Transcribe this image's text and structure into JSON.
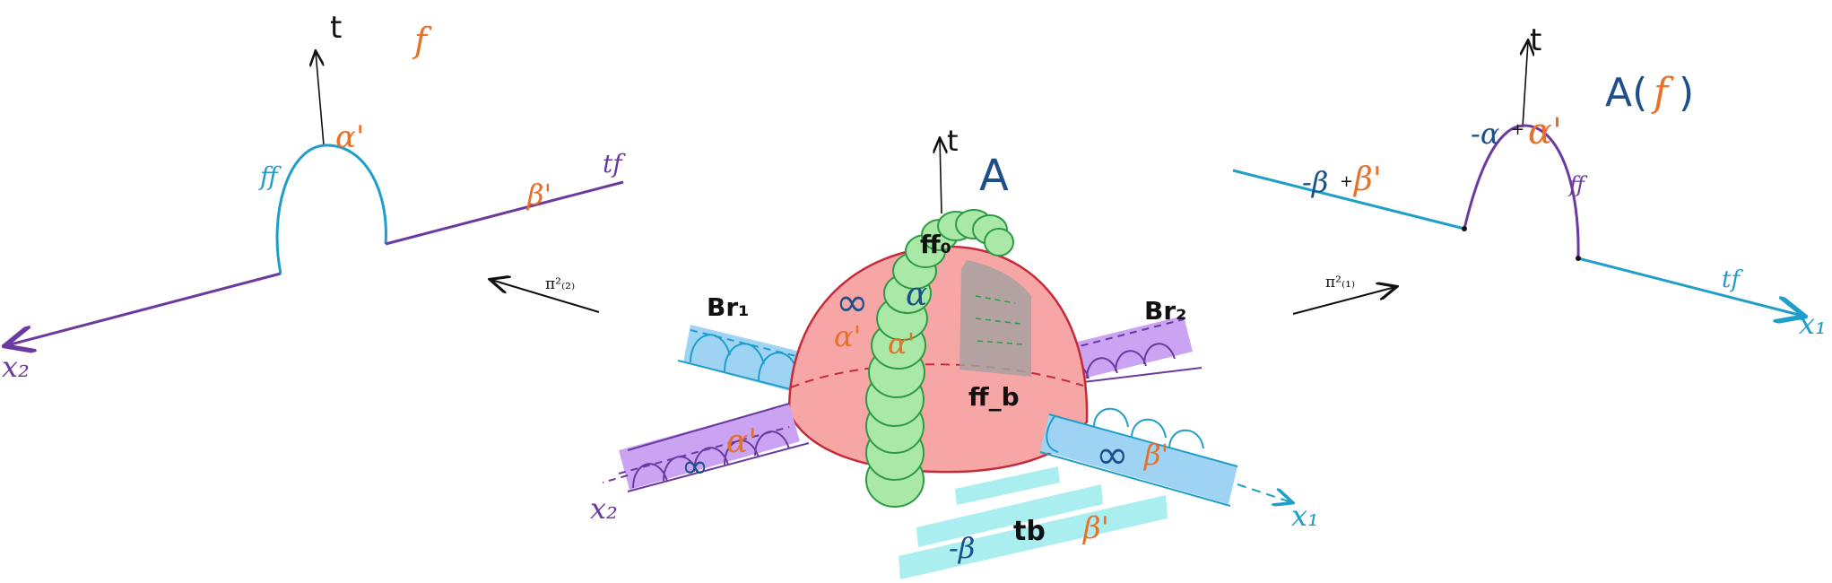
{
  "colors": {
    "ink": "#111111",
    "orange": "#e8712a",
    "navy": "#1d4f8a",
    "cyan": "#1f9ec9",
    "purple": "#6a3aa0",
    "red": "#c62b3a",
    "red_fill": "#f7a6a6",
    "green": "#2f9a45",
    "green_fill": "#a9e8a6",
    "blue_fill": "#9fd3f3",
    "violet_fill": "#caa4f2",
    "teal_fill": "#aaeef0",
    "grey_fill": "#a8a0a0"
  },
  "left_panel": {
    "t_label": "t",
    "f_label": "f",
    "ff_label": "ff",
    "alpha_label": "α'",
    "beta_label": "β'",
    "tf_label": "tf",
    "x2_label": "x₂"
  },
  "center_panel": {
    "t_label": "t",
    "A_label": "A",
    "ff0_label": "ff₀",
    "ffb_label": "ff_b",
    "br1_label": "Br₁",
    "br2_label": "Br₂",
    "inf_top": "∞",
    "alpha_top": "α",
    "alpha_prime_a": "α'",
    "alpha_prime_b": "α'",
    "alpha_prime_left": "α'",
    "inf_left": "∞",
    "inf_right": "∞",
    "beta_prime_right": "β'",
    "tb_label": "tb",
    "minus_beta": "-β",
    "beta_prime_bottom": "β'",
    "x1_label": "x₁",
    "x2_label": "x₂"
  },
  "arrows": {
    "left_pi": "π²₍₂₎",
    "right_pi": "π²₍₁₎"
  },
  "right_panel": {
    "t_label": "t",
    "A_label": "A(",
    "f_label": "f",
    "close_paren": ")",
    "minus_alpha": "-α",
    "plus_a": "+",
    "alpha_prime": "α'",
    "minus_beta": "-β",
    "plus_b": "+",
    "beta_prime": "β'",
    "ff_label": "ff",
    "tf_label": "tf",
    "x1_label": "x₁"
  }
}
